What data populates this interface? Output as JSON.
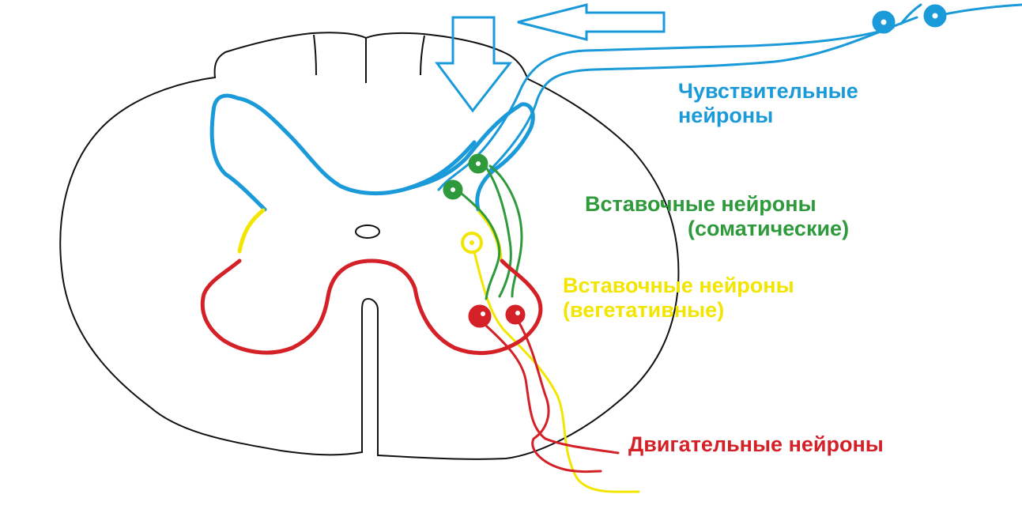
{
  "labels": {
    "sensory_line1": "Чувствительные",
    "sensory_line2": "нейроны",
    "somatic_line1": "Вставочные нейроны",
    "somatic_line2": "(соматические)",
    "vegetative_line1": "Вставочные нейроны",
    "vegetative_line2": "(вегетативные)",
    "motor": "Двигательные нейроны"
  },
  "colors": {
    "outline": "#111111",
    "sensory": "#1a9ad9",
    "somatic": "#2e9a3c",
    "vegetative": "#f2e600",
    "motor": "#d42027"
  }
}
